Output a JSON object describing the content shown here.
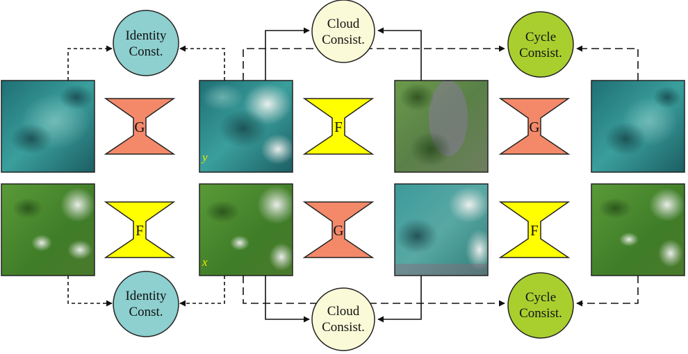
{
  "colors": {
    "identity_node": "#8ecfcf",
    "cloud_node": "#fafad8",
    "cycle_node": "#a9cf2f",
    "generator_G": "#f4896a",
    "generator_F": "#ffff00",
    "cloudy_tile": "#2f8e8c",
    "clear_tile": "#4f8c2e",
    "reconstructed_tile": "#6c8c58"
  },
  "nodes": {
    "identity_top": [
      "Identity",
      "Const."
    ],
    "cloud_top": [
      "Cloud",
      "Consist."
    ],
    "cycle_top": [
      "Cycle",
      "Consist."
    ],
    "identity_bottom": [
      "Identity",
      "Const."
    ],
    "cloud_bottom": [
      "Cloud",
      "Consist."
    ],
    "cycle_bottom": [
      "Cycle",
      "Consist."
    ]
  },
  "generators": {
    "top": [
      "G",
      "F",
      "G"
    ],
    "bottom": [
      "F",
      "G",
      "F"
    ]
  },
  "variables": {
    "y": "y",
    "x": "x"
  }
}
